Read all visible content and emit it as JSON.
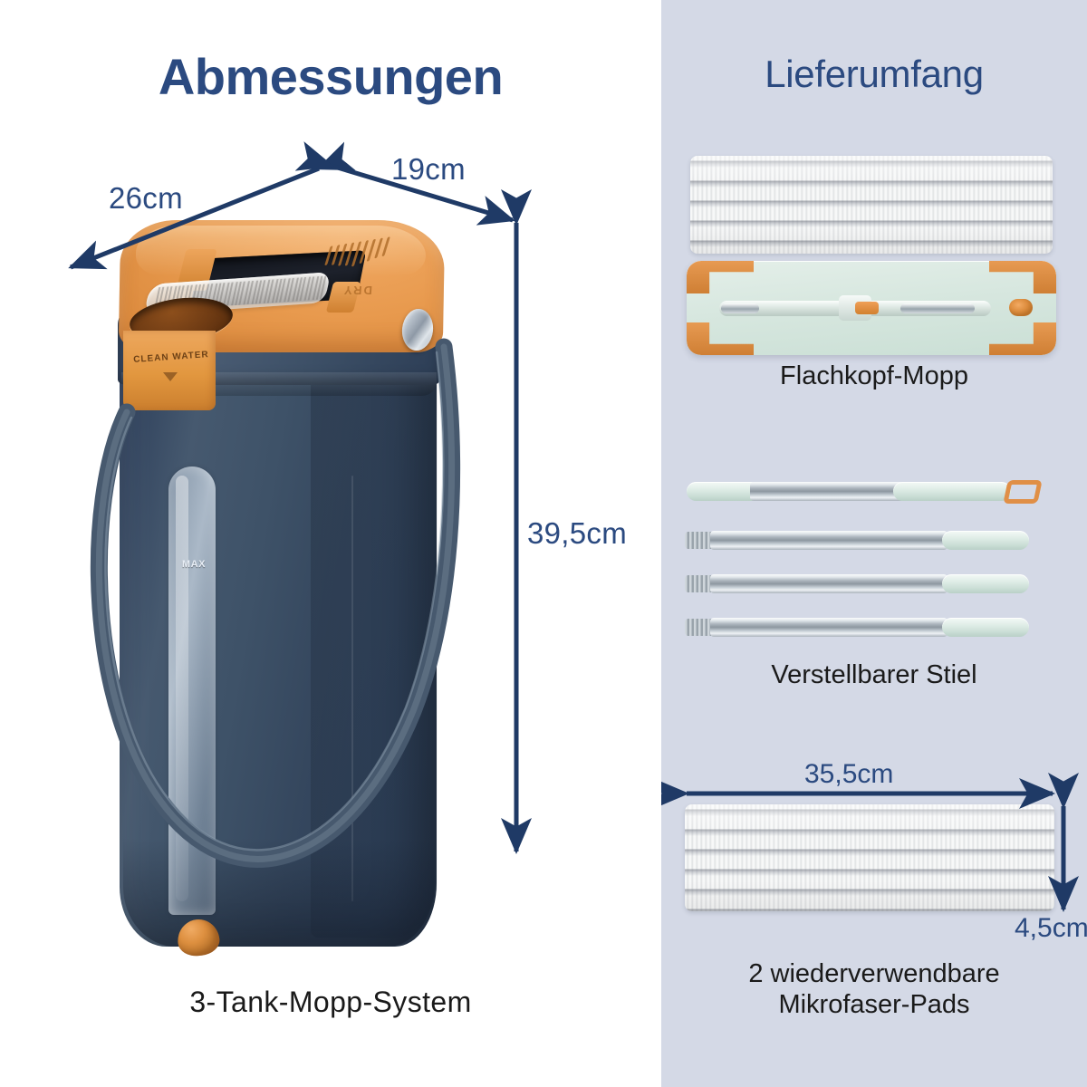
{
  "left": {
    "title": "Abmessungen",
    "caption": "3-Tank-Mopp-System",
    "dimensions": {
      "depth": "26cm",
      "width": "19cm",
      "height": "39,5cm"
    },
    "product_labels": {
      "clean_water": "CLEAN WATER",
      "dry": "DRY",
      "max": "MAX"
    }
  },
  "right": {
    "title": "Lieferumfang",
    "items": [
      {
        "caption": "Flachkopf-Mopp"
      },
      {
        "caption": "Verstellbarer Stiel"
      },
      {
        "caption_line1": "2 wiederverwendbare",
        "caption_line2": "Mikrofaser-Pads"
      }
    ],
    "pad_dimensions": {
      "length": "35,5cm",
      "height": "4,5cm"
    }
  },
  "colors": {
    "accent_navy": "#2b4a80",
    "arrow_navy": "#1f3a66",
    "orange": "#e2973f",
    "body_navy": "#3e5268",
    "panel_bg": "#d4d9e6",
    "text_dark": "#1a1a1a"
  }
}
